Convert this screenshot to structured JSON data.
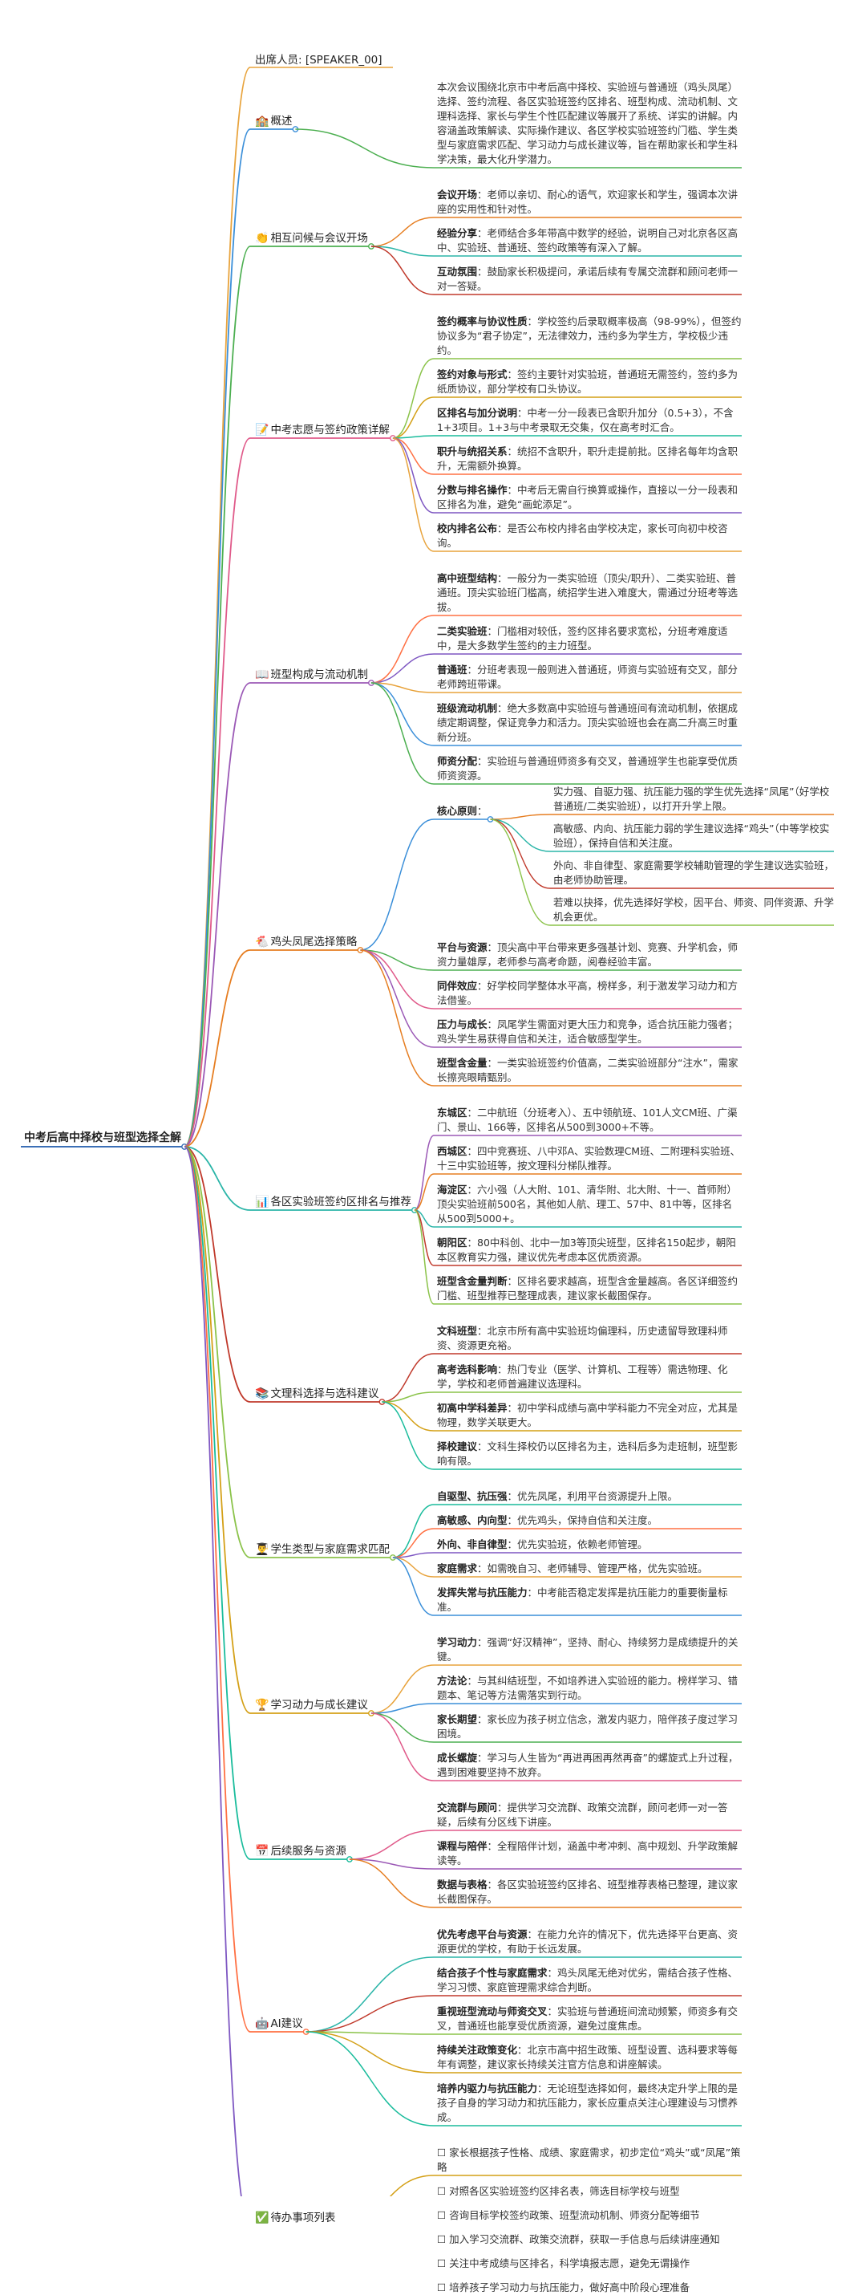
{
  "root": "中考后高中择校与班型选择全解",
  "attendees": "出席人员: [SPEAKER_00]",
  "colors": [
    "#e8a33c",
    "#3b8fd9",
    "#4caf50",
    "#e05a8a",
    "#9b59b6",
    "#e67e22",
    "#2bb5a8",
    "#c0392b",
    "#8bc34a",
    "#d4a017",
    "#1abc9c",
    "#ff7043",
    "#7e57c2"
  ],
  "branches": [
    {
      "icon": "🏫",
      "title": "概述",
      "children": [
        {
          "head": "",
          "text": "本次会议围绕北京市中考后高中择校、实验班与普通班（鸡头凤尾）选择、签约流程、各区实验班签约区排名、班型构成、流动机制、文理科选择、家长与学生个性匹配建议等展开了系统、详实的讲解。内容涵盖政策解读、实际操作建议、各区学校实验班签约门槛、学生类型与家庭需求匹配、学习动力与成长建议等，旨在帮助家长和学生科学决策，最大化升学潜力。"
        }
      ]
    },
    {
      "icon": "👏",
      "title": "相互问候与会议开场",
      "children": [
        {
          "head": "会议开场",
          "text": "：老师以亲切、耐心的语气，欢迎家长和学生，强调本次讲座的实用性和针对性。"
        },
        {
          "head": "经验分享",
          "text": "：老师结合多年带高中数学的经验，说明自己对北京各区高中、实验班、普通班、签约政策等有深入了解。"
        },
        {
          "head": "互动氛围",
          "text": "：鼓励家长积极提问，承诺后续有专属交流群和顾问老师一对一答疑。"
        }
      ]
    },
    {
      "icon": "📝",
      "title": "中考志愿与签约政策详解",
      "children": [
        {
          "head": "签约概率与协议性质",
          "text": "：学校签约后录取概率极高（98-99%），但签约协议多为“君子协定”，无法律效力，违约多为学生方，学校极少违约。"
        },
        {
          "head": "签约对象与形式",
          "text": "：签约主要针对实验班，普通班无需签约，签约多为纸质协议，部分学校有口头协议。"
        },
        {
          "head": "区排名与加分说明",
          "text": "：中考一分一段表已含职升加分（0.5+3），不含1+3项目。1+3与中考录取无交集，仅在高考时汇合。"
        },
        {
          "head": "职升与统招关系",
          "text": "：统招不含职升，职升走提前批。区排名每年均含职升，无需额外换算。"
        },
        {
          "head": "分数与排名操作",
          "text": "：中考后无需自行换算或操作，直接以一分一段表和区排名为准，避免“画蛇添足”。"
        },
        {
          "head": "校内排名公布",
          "text": "：是否公布校内排名由学校决定，家长可向初中校咨询。"
        }
      ]
    },
    {
      "icon": "📖",
      "title": "班型构成与流动机制",
      "children": [
        {
          "head": "高中班型结构",
          "text": "：一般分为一类实验班（顶尖/职升）、二类实验班、普通班。顶尖实验班门槛高，统招学生进入难度大，需通过分班考等选拔。"
        },
        {
          "head": "二类实验班",
          "text": "：门槛相对较低，签约区排名要求宽松，分班考难度适中，是大多数学生签约的主力班型。"
        },
        {
          "head": "普通班",
          "text": "：分班考表现一般则进入普通班，师资与实验班有交叉，部分老师跨班带课。"
        },
        {
          "head": "班级流动机制",
          "text": "：绝大多数高中实验班与普通班间有流动机制，依据成绩定期调整，保证竞争力和活力。顶尖实验班也会在高二升高三时重新分班。"
        },
        {
          "head": "师资分配",
          "text": "：实验班与普通班师资多有交叉，普通班学生也能享受优质师资资源。"
        }
      ]
    },
    {
      "icon": "🐔",
      "title": "鸡头凤尾选择策略",
      "children": [
        {
          "head": "核心原则",
          "text": "：",
          "sub": [
            "实力强、自驱力强、抗压能力强的学生优先选择“凤尾”（好学校普通班/二类实验班），以打开升学上限。",
            "高敏感、内向、抗压能力弱的学生建议选择“鸡头”（中等学校实验班），保持自信和关注度。",
            "外向、非自律型、家庭需要学校辅助管理的学生建议选实验班，由老师协助管理。",
            "若难以抉择，优先选择好学校，因平台、师资、同伴资源、升学机会更优。"
          ]
        },
        {
          "head": "平台与资源",
          "text": "：顶尖高中平台带来更多强基计划、竞赛、升学机会，师资力量雄厚，老师参与高考命题，阅卷经验丰富。"
        },
        {
          "head": "同伴效应",
          "text": "：好学校同学整体水平高，榜样多，利于激发学习动力和方法借鉴。"
        },
        {
          "head": "压力与成长",
          "text": "：凤尾学生需面对更大压力和竞争，适合抗压能力强者；鸡头学生易获得自信和关注，适合敏感型学生。"
        },
        {
          "head": "班型含金量",
          "text": "：一类实验班签约价值高，二类实验班部分“注水”，需家长擦亮眼睛甄别。"
        }
      ]
    },
    {
      "icon": "📊",
      "title": "各区实验班签约区排名与推荐",
      "children": [
        {
          "head": "东城区",
          "text": "：二中航班（分班考入）、五中领航班、101人文CM班、广渠门、景山、166等，区排名从500到3000+不等。"
        },
        {
          "head": "西城区",
          "text": "：四中竞赛班、八中邓A、实验数理CM班、二附理科实验班、十三中实验班等，按文理科分梯队推荐。"
        },
        {
          "head": "海淀区",
          "text": "：六小强（人大附、101、清华附、北大附、十一、首师附）顶尖实验班前500名，其他如人航、理工、57中、81中等，区排名从500到5000+。"
        },
        {
          "head": "朝阳区",
          "text": "：80中科创、北中一加3等顶尖班型，区排名150起步，朝阳本区教育实力强，建议优先考虑本区优质资源。"
        },
        {
          "head": "班型含金量判断",
          "text": "：区排名要求越高，班型含金量越高。各区详细签约门槛、班型推荐已整理成表，建议家长截图保存。"
        }
      ]
    },
    {
      "icon": "📚",
      "title": "文理科选择与选科建议",
      "children": [
        {
          "head": "文科班型",
          "text": "：北京市所有高中实验班均偏理科，历史遗留导致理科师资、资源更充裕。"
        },
        {
          "head": "高考选科影响",
          "text": "：热门专业（医学、计算机、工程等）需选物理、化学，学校和老师普遍建议选理科。"
        },
        {
          "head": "初高中学科差异",
          "text": "：初中学科成绩与高中学科能力不完全对应，尤其是物理，数学关联更大。"
        },
        {
          "head": "择校建议",
          "text": "：文科生择校仍以区排名为主，选科后多为走班制，班型影响有限。"
        }
      ]
    },
    {
      "icon": "👨‍🎓",
      "title": "学生类型与家庭需求匹配",
      "children": [
        {
          "head": "自驱型、抗压强",
          "text": "：优先凤尾，利用平台资源提升上限。"
        },
        {
          "head": "高敏感、内向型",
          "text": "：优先鸡头，保持自信和关注度。"
        },
        {
          "head": "外向、非自律型",
          "text": "：优先实验班，依赖老师管理。"
        },
        {
          "head": "家庭需求",
          "text": "：如需晚自习、老师辅导、管理严格，优先实验班。"
        },
        {
          "head": "发挥失常与抗压能力",
          "text": "：中考能否稳定发挥是抗压能力的重要衡量标准。"
        }
      ]
    },
    {
      "icon": "🏆",
      "title": "学习动力与成长建议",
      "children": [
        {
          "head": "学习动力",
          "text": "：强调“好汉精神”，坚持、耐心、持续努力是成绩提升的关键。"
        },
        {
          "head": "方法论",
          "text": "：与其纠结班型，不如培养进入实验班的能力。榜样学习、错题本、笔记等方法需落实到行动。"
        },
        {
          "head": "家长期望",
          "text": "：家长应为孩子树立信念，激发内驱力，陪伴孩子度过学习困境。"
        },
        {
          "head": "成长螺旋",
          "text": "：学习与人生皆为“再进再困再然再奋”的螺旋式上升过程，遇到困难要坚持不放弃。"
        }
      ]
    },
    {
      "icon": "📅",
      "title": "后续服务与资源",
      "children": [
        {
          "head": "交流群与顾问",
          "text": "：提供学习交流群、政策交流群，顾问老师一对一答疑，后续有分区线下讲座。"
        },
        {
          "head": "课程与陪伴",
          "text": "：全程陪伴计划，涵盖中考冲刺、高中规划、升学政策解读等。"
        },
        {
          "head": "数据与表格",
          "text": "：各区实验班签约区排名、班型推荐表格已整理，建议家长截图保存。"
        }
      ]
    },
    {
      "icon": "🤖",
      "title": "AI建议",
      "children": [
        {
          "head": "优先考虑平台与资源",
          "text": "：在能力允许的情况下，优先选择平台更高、资源更优的学校，有助于长远发展。"
        },
        {
          "head": "结合孩子个性与家庭需求",
          "text": "：鸡头凤尾无绝对优劣，需结合孩子性格、学习习惯、家庭管理需求综合判断。"
        },
        {
          "head": "重视班型流动与师资交叉",
          "text": "：实验班与普通班间流动频繁，师资多有交叉，普通班也能享受优质资源，避免过度焦虑。"
        },
        {
          "head": "持续关注政策变化",
          "text": "：北京市高中招生政策、班型设置、选科要求等每年有调整，建议家长持续关注官方信息和讲座解读。"
        },
        {
          "head": "培养内驱力与抗压能力",
          "text": "：无论班型选择如何，最终决定升学上限的是孩子自身的学习动力和抗压能力，家长应重点关注心理建设与习惯养成。"
        }
      ]
    },
    {
      "icon": "✅",
      "title": "待办事项列表",
      "todo": true,
      "children": [
        {
          "head": "",
          "text": "☐ 家长根据孩子性格、成绩、家庭需求，初步定位“鸡头”或“凤尾”策略"
        },
        {
          "head": "",
          "text": "☐ 对照各区实验班签约区排名表，筛选目标学校与班型"
        },
        {
          "head": "",
          "text": "☐ 咨询目标学校签约政策、班型流动机制、师资分配等细节"
        },
        {
          "head": "",
          "text": "☐ 加入学习交流群、政策交流群，获取一手信息与后续讲座通知"
        },
        {
          "head": "",
          "text": "☐ 关注中考成绩与区排名，科学填报志愿，避免无谓操作"
        },
        {
          "head": "",
          "text": "☐ 培养孩子学习动力与抗压能力，做好高中阶段心理准备"
        }
      ]
    }
  ]
}
